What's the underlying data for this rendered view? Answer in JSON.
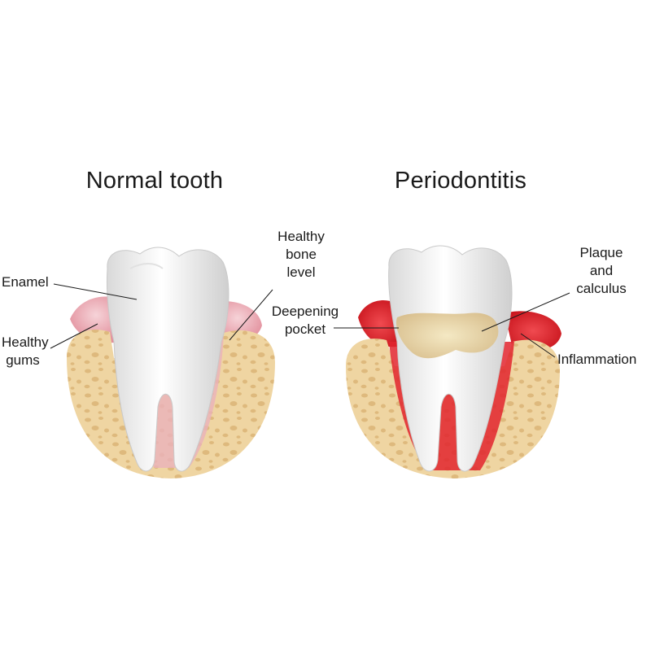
{
  "panels": [
    {
      "title": "Normal tooth",
      "labels": {
        "enamel": "Enamel",
        "healthy_gums": [
          "Healthy",
          "gums"
        ],
        "bone_level": [
          "Healthy",
          "bone",
          "level"
        ]
      }
    },
    {
      "title": "Periodontitis",
      "labels": {
        "pocket": [
          "Deepening",
          "pocket"
        ],
        "plaque": [
          "Plaque",
          "and",
          "calculus"
        ],
        "inflammation": "Inflammation"
      }
    }
  ],
  "colors": {
    "bone": "#efd5a2",
    "bone_pore": "#d9b47a",
    "gum_healthy": "#e9a7b2",
    "gum_inflamed": "#e2242e",
    "tooth": "#f4f4f4",
    "plaque": "#e9d6a8"
  }
}
